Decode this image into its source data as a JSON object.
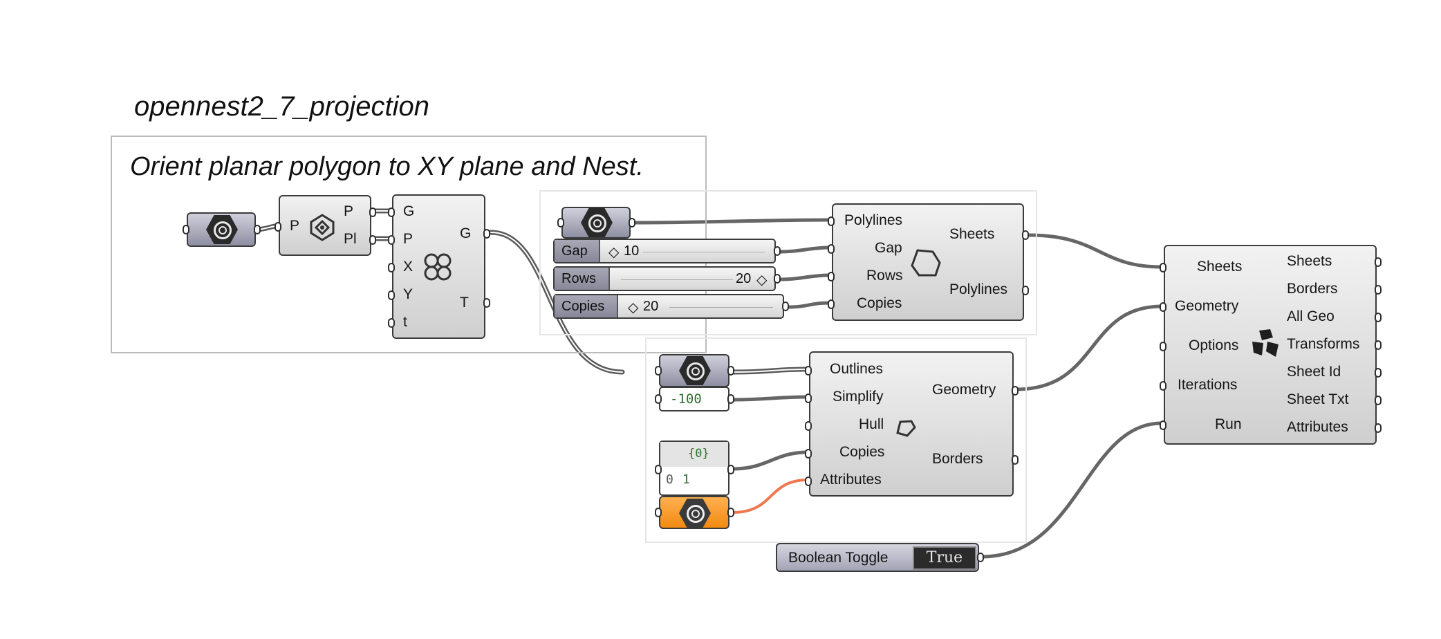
{
  "canvas": {
    "title": "opennest2_7_projection",
    "group_note": "Orient planar polygon to XY plane and Nest."
  },
  "colors": {
    "wire": "#666666",
    "wire_highlight": "#f07850",
    "component_border": "#3b3b3b",
    "param_fill": "#9a9aae",
    "orange_fill": "#f5951e",
    "panel_text": "#2f6f2f"
  },
  "components": {
    "plane_component": {
      "input": "P",
      "outputs": [
        "P",
        "Pl"
      ],
      "icon": "plane-origin-icon"
    },
    "orient_component": {
      "inputs": [
        "G",
        "P",
        "X",
        "Y",
        "t"
      ],
      "outputs": [
        "G",
        "T"
      ],
      "icon": "four-circles-icon"
    },
    "sheets_component": {
      "inputs": [
        "Polylines",
        "Gap",
        "Rows",
        "Copies"
      ],
      "outputs": [
        "Sheets",
        "Polylines"
      ],
      "icon": "polygon-outline-icon"
    },
    "geometry_component": {
      "inputs": [
        "Outlines",
        "Simplify",
        "Hull",
        "Copies",
        "Attributes"
      ],
      "outputs": [
        "Geometry",
        "Borders"
      ],
      "icon": "small-polygon-icon"
    },
    "nest_component": {
      "inputs": [
        "Sheets",
        "Geometry",
        "Options",
        "Iterations",
        "Run"
      ],
      "outputs": [
        "Sheets",
        "Borders",
        "All Geo",
        "Transforms",
        "Sheet Id",
        "Sheet Txt",
        "Attributes"
      ],
      "icon": "opennest-logo-icon"
    }
  },
  "sliders": [
    {
      "label": "Gap",
      "value": "10"
    },
    {
      "label": "Rows",
      "value": "20"
    },
    {
      "label": "Copies",
      "value": "20"
    }
  ],
  "panels": {
    "simplify_panel": {
      "value": "-100"
    },
    "copies_panel": {
      "header": "{0}",
      "index": "0",
      "value": "1"
    }
  },
  "toggle": {
    "label": "Boolean Toggle",
    "value": "True"
  }
}
